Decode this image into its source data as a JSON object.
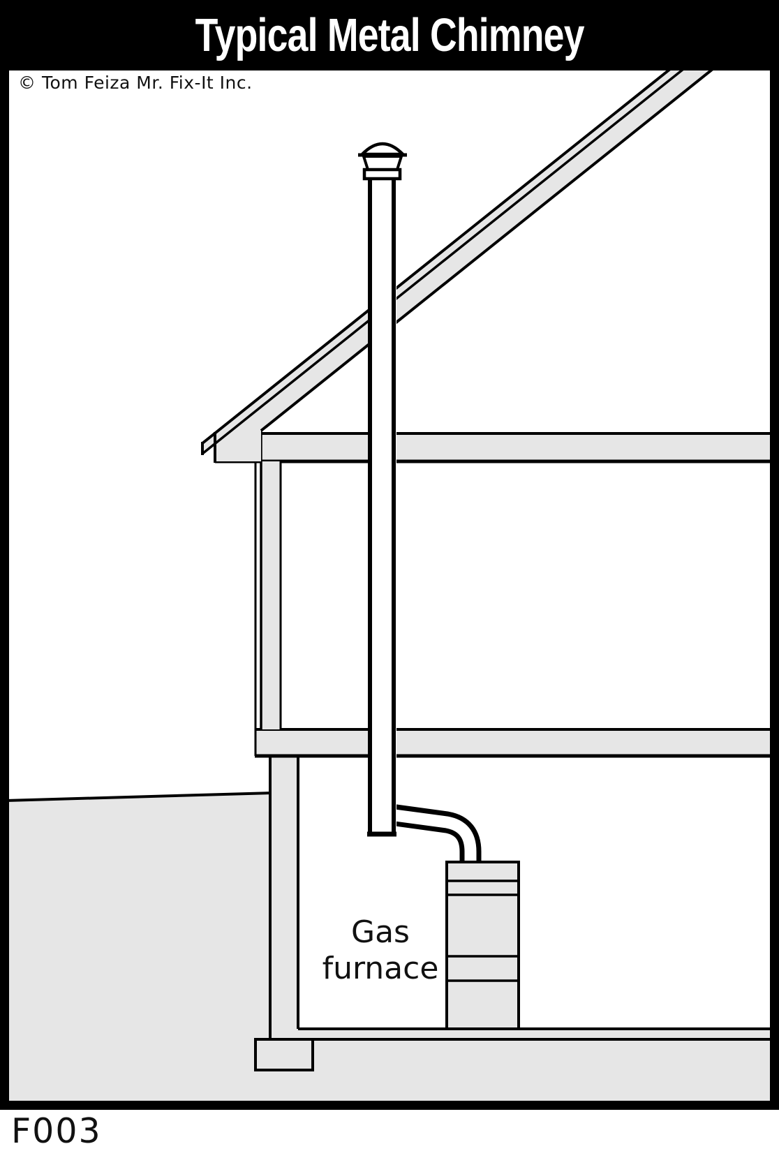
{
  "title_bar": {
    "text": "Typical Metal Chimney"
  },
  "copyright_notice": "© Tom Feiza Mr. Fix-It Inc.",
  "furnace_label": {
    "line1": "Gas",
    "line2": "furnace"
  },
  "figure_code": "F003",
  "colors": {
    "outline": "#000000",
    "material_fill": "#e6e6e6",
    "interior_fill": "#ffffff",
    "title_bg": "#000000",
    "title_fg": "#ffffff",
    "page_bg": "#ffffff"
  }
}
